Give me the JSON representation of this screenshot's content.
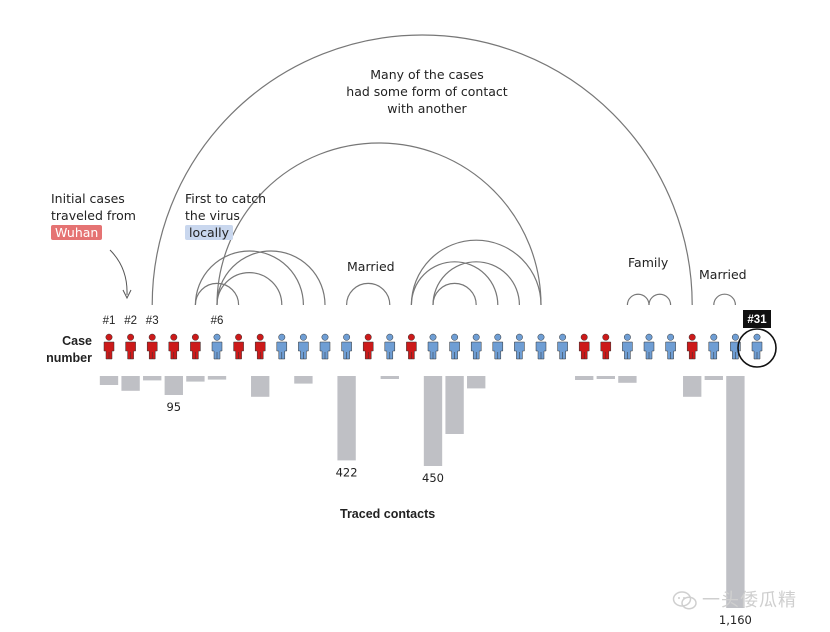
{
  "annotations": {
    "initial_cases": [
      "Initial cases",
      "traveled from"
    ],
    "initial_cases_highlight": "Wuhan",
    "first_local": [
      "First to catch",
      "the virus"
    ],
    "first_local_highlight": "locally",
    "many_cases": [
      "Many of the cases",
      "had some form of contact",
      "with another"
    ],
    "married_1": "Married",
    "family": "Family",
    "married_2": "Married",
    "case_number": [
      "Case",
      "number"
    ],
    "traced_contacts": "Traced contacts"
  },
  "watermark": "一头倭瓜精",
  "colors": {
    "imported": "#cc1a1a",
    "local": "#6f9ed4",
    "bar": "#bfc0c5",
    "arc": "#777777",
    "highlight_red": "#e57373",
    "highlight_blue": "#c9d7ee"
  },
  "chart_data": {
    "type": "bar",
    "case_numbers": [
      1,
      2,
      3,
      4,
      5,
      6,
      7,
      8,
      9,
      10,
      11,
      12,
      13,
      14,
      15,
      16,
      17,
      18,
      19,
      20,
      21,
      22,
      23,
      24,
      25,
      26,
      27,
      28,
      29,
      30,
      31
    ],
    "origin": [
      "imported",
      "imported",
      "imported",
      "imported",
      "imported",
      "local",
      "imported",
      "imported",
      "local",
      "local",
      "local",
      "local",
      "imported",
      "local",
      "imported",
      "local",
      "local",
      "local",
      "local",
      "local",
      "local",
      "local",
      "imported",
      "imported",
      "local",
      "local",
      "local",
      "imported",
      "local",
      "local",
      "local"
    ],
    "labeled_cases": [
      {
        "case": 1,
        "label": "#1"
      },
      {
        "case": 2,
        "label": "#2"
      },
      {
        "case": 3,
        "label": "#3"
      },
      {
        "case": 6,
        "label": "#6"
      },
      {
        "case": 31,
        "label": "#31"
      }
    ],
    "traced_contacts": [
      45,
      74,
      22,
      95,
      28,
      18,
      0,
      104,
      0,
      38,
      0,
      422,
      0,
      8,
      0,
      450,
      290,
      62,
      0,
      0,
      0,
      0,
      20,
      8,
      34,
      0,
      0,
      104,
      20,
      1160,
      0
    ],
    "value_labels": [
      {
        "case": 4,
        "text": "95"
      },
      {
        "case": 12,
        "text": "422"
      },
      {
        "case": 16,
        "text": "450"
      },
      {
        "case": 30,
        "text": "1,160"
      }
    ],
    "contacts": [
      {
        "from": 3,
        "to": 28
      },
      {
        "from": 6,
        "to": 21
      },
      {
        "from": 5,
        "to": 7
      },
      {
        "from": 5,
        "to": 10
      },
      {
        "from": 6,
        "to": 9
      },
      {
        "from": 6,
        "to": 11
      },
      {
        "from": 12,
        "to": 14
      },
      {
        "from": 15,
        "to": 19
      },
      {
        "from": 15,
        "to": 21
      },
      {
        "from": 16,
        "to": 18
      },
      {
        "from": 16,
        "to": 20
      },
      {
        "from": 25,
        "to": 26
      },
      {
        "from": 26,
        "to": 27
      },
      {
        "from": 29,
        "to": 30
      }
    ],
    "xlabel": "",
    "ylabel": "Traced contacts"
  }
}
